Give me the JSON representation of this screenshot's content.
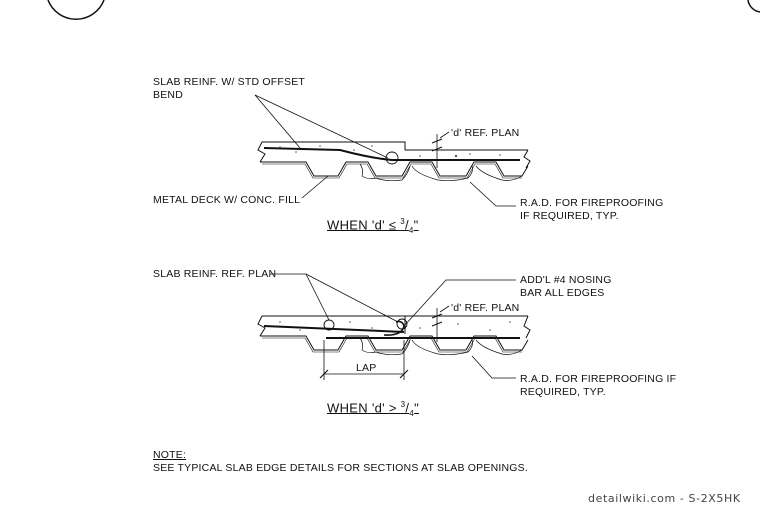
{
  "detail_top": {
    "title_prefix": "WHEN 'd' ≤ ",
    "title_num": "3",
    "title_den": "4",
    "title_suffix": "\"",
    "label_reinf": "SLAB REINF. W/ STD OFFSET BEND",
    "label_reinf_line1": "SLAB REINF. W/ STD OFFSET",
    "label_reinf_line2": "BEND",
    "label_d": "'d' REF. PLAN",
    "label_deck": "METAL DECK W/ CONC. FILL",
    "label_rad_line1": "R.A.D. FOR FIREPROOFING",
    "label_rad_line2": "IF REQUIRED, TYP."
  },
  "detail_bottom": {
    "title_prefix": "WHEN 'd' > ",
    "title_num": "3",
    "title_den": "4",
    "title_suffix": "\"",
    "label_reinf": "SLAB REINF. REF. PLAN",
    "label_nosing_line1": "ADD'L #4 NOSING",
    "label_nosing_line2": "BAR ALL EDGES",
    "label_d": "'d' REF. PLAN",
    "label_lap": "LAP",
    "label_rad_line1": "R.A.D. FOR FIREPROOFING IF",
    "label_rad_line2": "REQUIRED, TYP."
  },
  "note": {
    "heading": "NOTE:",
    "text": "SEE TYPICAL SLAB EDGE DETAILS FOR SECTIONS AT SLAB OPENINGS."
  },
  "watermark": "detailwiki.com - S-2X5HK"
}
